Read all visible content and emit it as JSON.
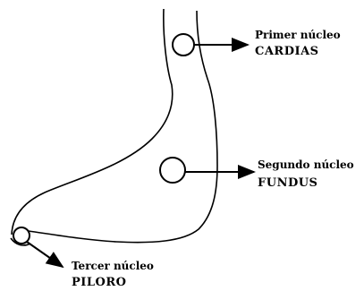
{
  "diagram": {
    "labels": {
      "first": {
        "line1": "Primer núcleo",
        "line2": "CARDIAS"
      },
      "second": {
        "line1": "Segundo núcleo",
        "line2": "FUNDUS"
      },
      "third": {
        "line1": "Tercer núcleo",
        "line2": "PILORO"
      }
    },
    "colors": {
      "stroke": "#000000",
      "background": "#ffffff"
    }
  }
}
